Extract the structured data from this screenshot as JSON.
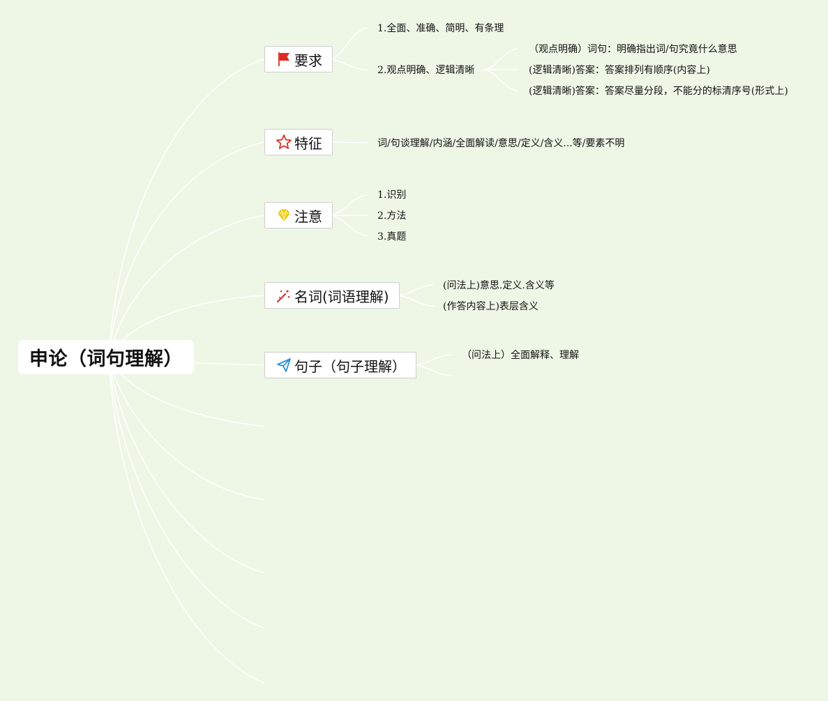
{
  "root": {
    "label": "申论（词句理解）"
  },
  "branches": [
    {
      "label": "要求",
      "icon": "red-flag-icon",
      "children": [
        {
          "label": "1.全面、准确、简明、有条理"
        },
        {
          "label": "2.观点明确、逻辑清晰",
          "children": [
            {
              "label": "（观点明确）词句：明确指出词/句究竟什么意思"
            },
            {
              "label": "(逻辑清晰)答案：答案排列有顺序(内容上)"
            },
            {
              "label": "(逻辑清晰)答案：答案尽量分段，不能分的标清序号(形式上)"
            }
          ]
        }
      ]
    },
    {
      "label": "特征",
      "icon": "red-star-outline-icon",
      "children": [
        {
          "label": "词/句谈理解/内涵/全面解读/意思/定义/含义...等/要素不明"
        }
      ]
    },
    {
      "label": "注意",
      "icon": "yellow-diamond-icon",
      "children": [
        {
          "label": "1.识别"
        },
        {
          "label": "2.方法"
        },
        {
          "label": "3.真题"
        }
      ]
    },
    {
      "label": "名词(词语理解)",
      "icon": "magic-wand-sparkle-icon",
      "children": [
        {
          "label": "(问法上)意思.定义.含义等"
        },
        {
          "label": "(作答内容上)表层含义"
        }
      ]
    },
    {
      "label": "句子（句子理解）",
      "icon": "paper-plane-icon",
      "children": [
        {
          "label": "（问法上）全面解释、理解"
        },
        {
          "label": ""
        }
      ]
    }
  ],
  "colors": {
    "background": "#eef6e6",
    "connector": "#ffffff",
    "flag": "#e02b20",
    "star": "#d9342b",
    "diamond": "#f2d21b",
    "wand": "#d9342b",
    "plane": "#2b8fd6"
  }
}
